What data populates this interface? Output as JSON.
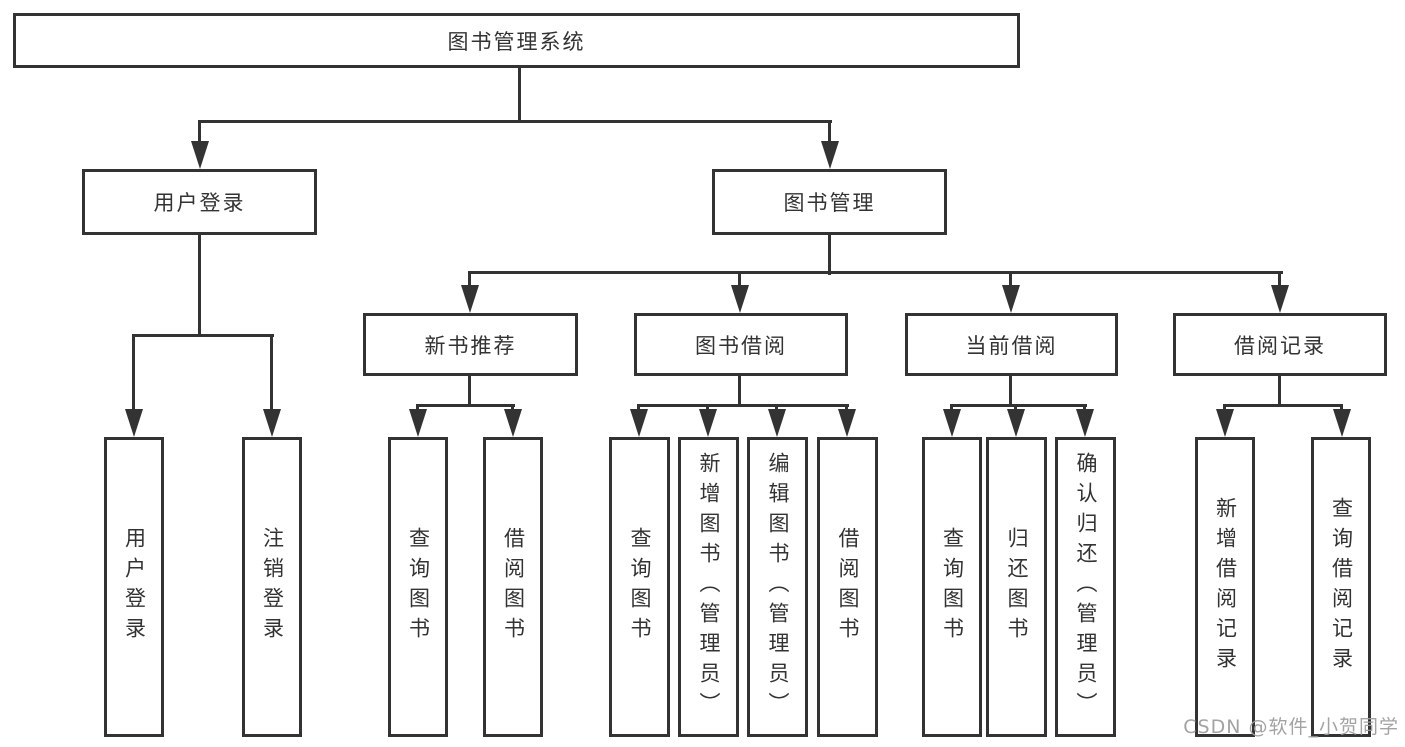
{
  "diagram": {
    "root": {
      "label": "图书管理系统",
      "children": [
        {
          "label": "用户登录",
          "children": [
            {
              "label": "用户登录"
            },
            {
              "label": "注销登录"
            }
          ]
        },
        {
          "label": "图书管理",
          "children": [
            {
              "label": "新书推荐",
              "children": [
                {
                  "label": "查询图书"
                },
                {
                  "label": "借阅图书"
                }
              ]
            },
            {
              "label": "图书借阅",
              "children": [
                {
                  "label": "查询图书"
                },
                {
                  "label": "新增图书（管理员）"
                },
                {
                  "label": "编辑图书（管理员）"
                },
                {
                  "label": "借阅图书"
                }
              ]
            },
            {
              "label": "当前借阅",
              "children": [
                {
                  "label": "查询图书"
                },
                {
                  "label": "归还图书"
                },
                {
                  "label": "确认归还（管理员）"
                }
              ]
            },
            {
              "label": "借阅记录",
              "children": [
                {
                  "label": "新增借阅记录"
                },
                {
                  "label": "查询借阅记录"
                }
              ]
            }
          ]
        }
      ]
    },
    "watermark": "CSDN @软件_小贺同学"
  }
}
